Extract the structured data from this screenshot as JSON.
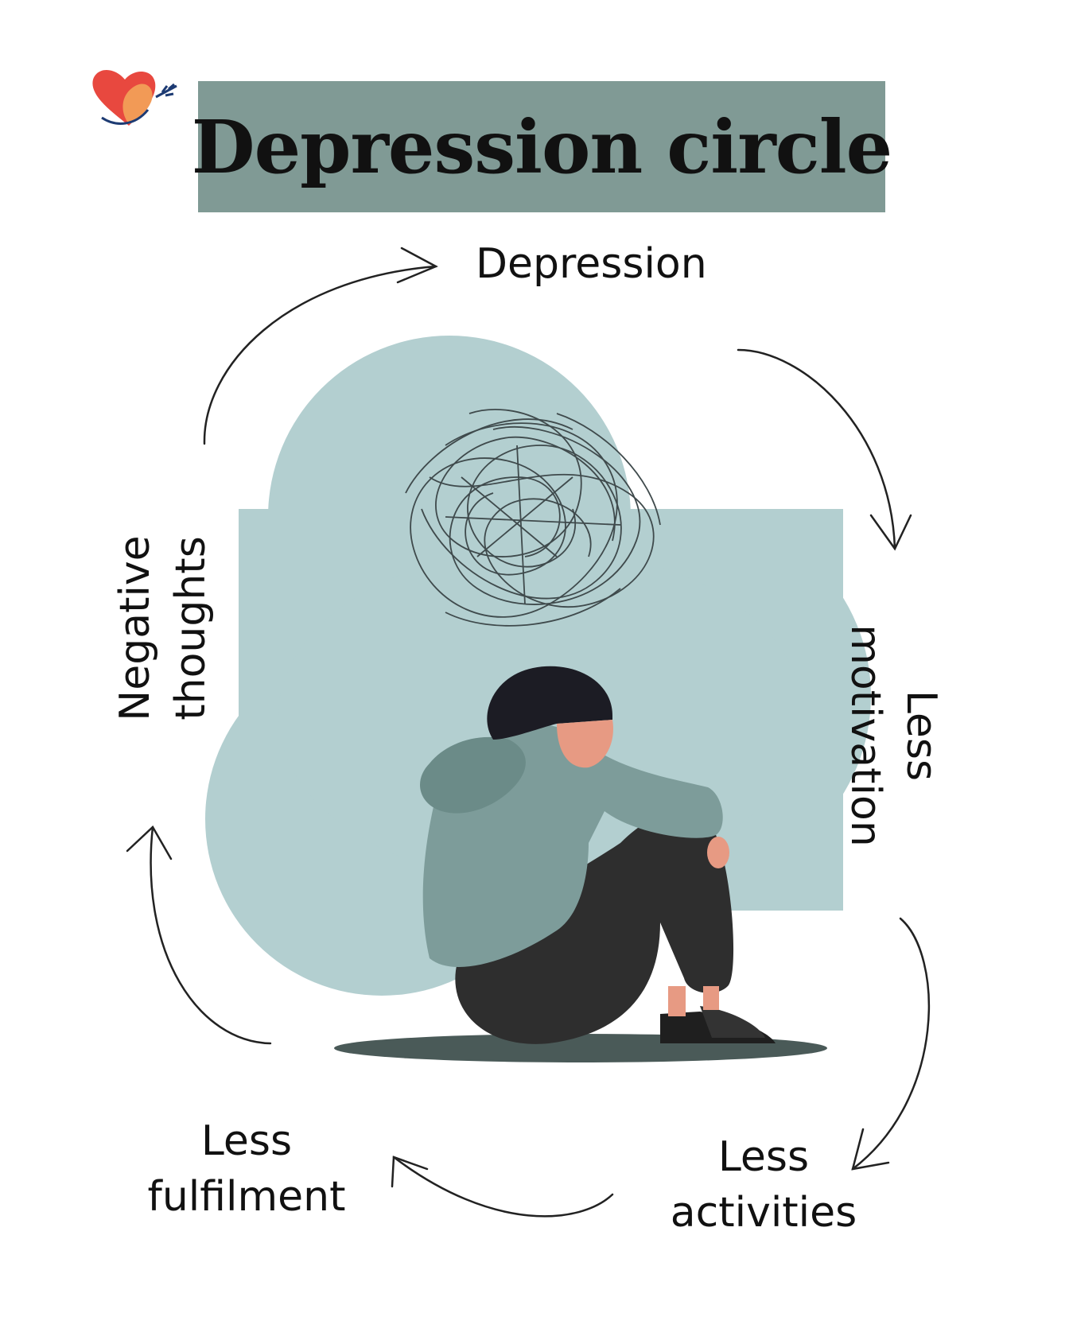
{
  "title": "Depression circle",
  "cycle": {
    "top": "Depression",
    "right": [
      "Less",
      "motivation"
    ],
    "bottom_right": [
      "Less",
      "activities"
    ],
    "bottom_left": [
      "Less",
      "fulfilment"
    ],
    "left": [
      "Negative",
      "thoughts"
    ]
  },
  "logo": {
    "icon": "heart-leaf-logo-icon"
  },
  "illustration": {
    "subject": "sad-sitting-person-icon"
  },
  "colors": {
    "banner": "#809a95",
    "cloud": "#b3cfd0",
    "hoodie": "#7d9c9a",
    "hoodie_dark": "#6b8b88",
    "pants": "#2e2e2e",
    "hair": "#1c1c24",
    "skin": "#e79a83",
    "shadow": "#4a5a58",
    "arrow": "#222222",
    "logo_red": "#e8483f",
    "logo_orange": "#f29a56",
    "logo_navy": "#1d3b73"
  }
}
